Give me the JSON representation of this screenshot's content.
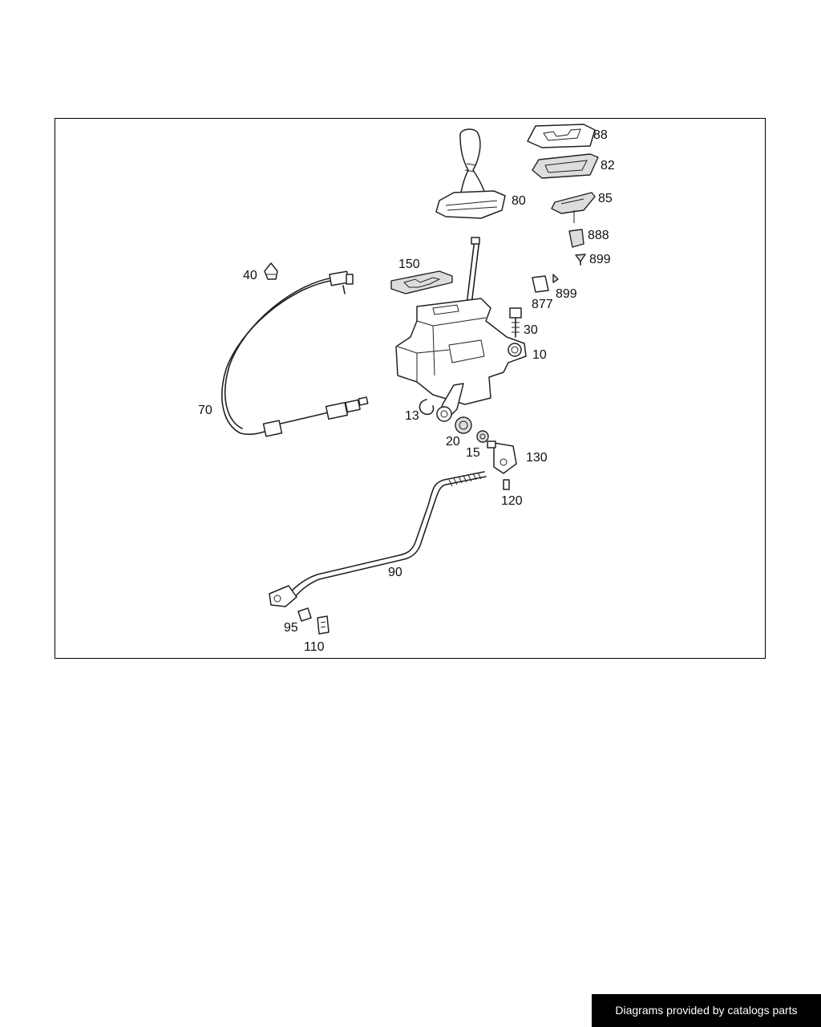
{
  "diagram": {
    "callouts": {
      "p88": "88",
      "p82": "82",
      "p85": "85",
      "p80": "80",
      "p888": "888",
      "p899a": "899",
      "p150": "150",
      "p40": "40",
      "p877": "877",
      "p899b": "899",
      "p30": "30",
      "p10": "10",
      "p70": "70",
      "p13": "13",
      "p20": "20",
      "p15": "15",
      "p130": "130",
      "p120": "120",
      "p90": "90",
      "p95": "95",
      "p110": "110"
    }
  },
  "footer": {
    "text": "Diagrams provided by catalogs parts"
  },
  "colors": {
    "line": "#222222",
    "footer_bg": "#000000",
    "footer_text": "#ffffff"
  }
}
